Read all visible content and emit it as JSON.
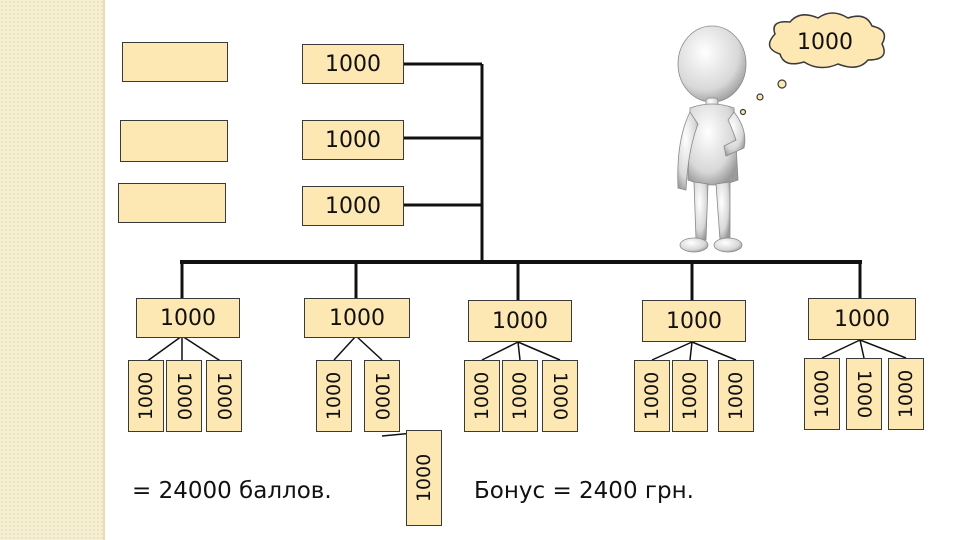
{
  "left_empty_boxes": [
    "",
    "",
    ""
  ],
  "top_boxes": [
    "1000",
    "1000",
    "1000"
  ],
  "thought_bubble": "1000",
  "group_heads": [
    "1000",
    "1000",
    "1000",
    "1000",
    "1000"
  ],
  "groups": [
    {
      "leaves": [
        "1000",
        "1000",
        "1000"
      ]
    },
    {
      "leaves": [
        "1000",
        "1000"
      ],
      "sub_leaf": "1000"
    },
    {
      "leaves": [
        "1000",
        "1000",
        "1000"
      ]
    },
    {
      "leaves": [
        "1000",
        "1000",
        "1000"
      ]
    },
    {
      "leaves": [
        "1000",
        "1000",
        "1000"
      ]
    }
  ],
  "total_text": "= 24000 баллов.",
  "bonus_text": "Бонус = 2400 грн.",
  "colors": {
    "box_fill": "#fde7b3",
    "line": "#111111",
    "strip": "#f6efd3"
  }
}
